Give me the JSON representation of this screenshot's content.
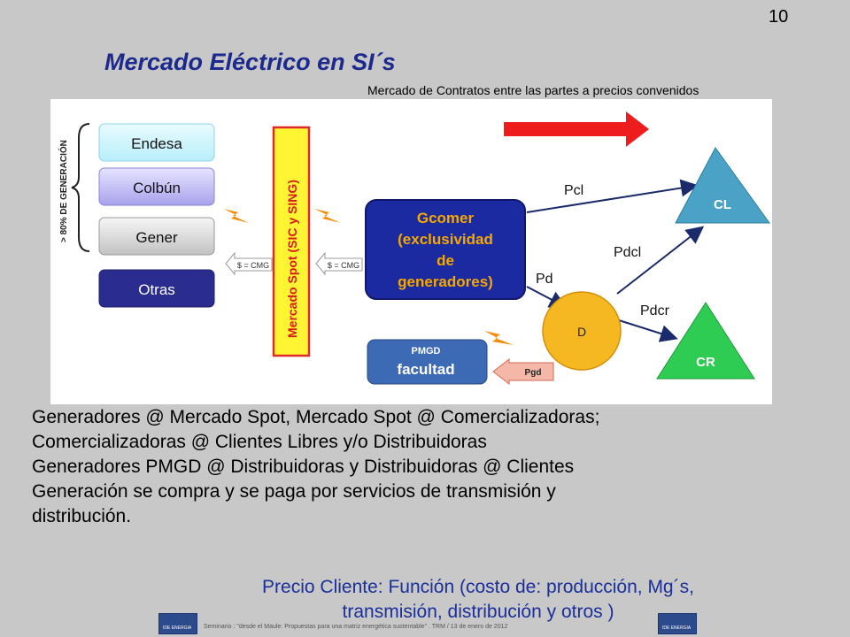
{
  "slide": {
    "number": "10",
    "title": "Mercado Eléctrico en SI´s",
    "subtitle": "Mercado de Contratos entre las partes a precios convenidos"
  },
  "diagram": {
    "side_label": "> 80% DE GENERACIÓN",
    "generators": [
      "Endesa",
      "Colbún",
      "Gener",
      "Otras"
    ],
    "cmg_label_1": "$ = CMG",
    "cmg_label_2": "$ = CMG",
    "spot_market": "Mercado Spot (SIC y SING)",
    "gcomer_lines": [
      "Gcomer",
      "(exclusividad",
      "de",
      "generadores)"
    ],
    "d_label": "D",
    "cl_label": "CL",
    "cr_label": "CR",
    "pcl_label": "Pcl",
    "pdcl_label": "Pdcl",
    "pd_label": "Pd",
    "pdcr_label": "Pdcr",
    "pmgd_title": "PMGD",
    "pmgd_sub": "facultad",
    "pgd_label": "Pgd"
  },
  "body": [
    "Generadores @ Mercado Spot, Mercado Spot @ Comercializadoras;",
    "Comercializadoras @ Clientes Libres y/o Distribuidoras",
    "Generadores PMGD @ Distribuidoras y Distribuidoras @ Clientes",
    "Generación se compra y se paga por servicios de transmisión y",
    "distribución."
  ],
  "price": {
    "line1": "Precio Cliente: Función (costo de: producción, Mg´s,",
    "line2": "transmisión, distribución y otros )"
  },
  "footer": {
    "text": "Seminario : \"desde el Maule: Propuestas para una matriz energética sustentable\" . TRM  /  13 de enero de 2012",
    "logo_text": "IDE ENERGIA"
  },
  "colors": {
    "title": "#1b2a8c",
    "gcomer_fill": "#1b2aa0",
    "gcomer_text": "#f5a800",
    "spot_fill": "#fff533",
    "spot_text": "#d81b1b",
    "triangle": "#4aa3c7",
    "triangle_cr": "#2ecc52",
    "d_circle": "#f6b821",
    "red_arrow": "#ee1c1c"
  }
}
